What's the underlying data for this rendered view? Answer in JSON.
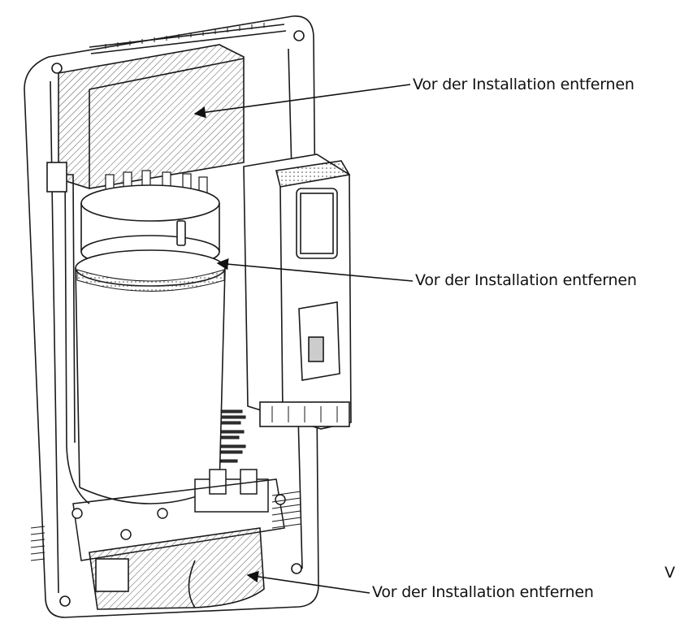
{
  "callouts": {
    "top": "Vor der Installation entfernen",
    "middle": "Vor der Installation entfernen",
    "bottom": "Vor der Installation entfernen",
    "edge_fragment": "V"
  },
  "colors": {
    "line": "#1a1a1a",
    "hatch": "#555555",
    "background": "#ffffff"
  }
}
